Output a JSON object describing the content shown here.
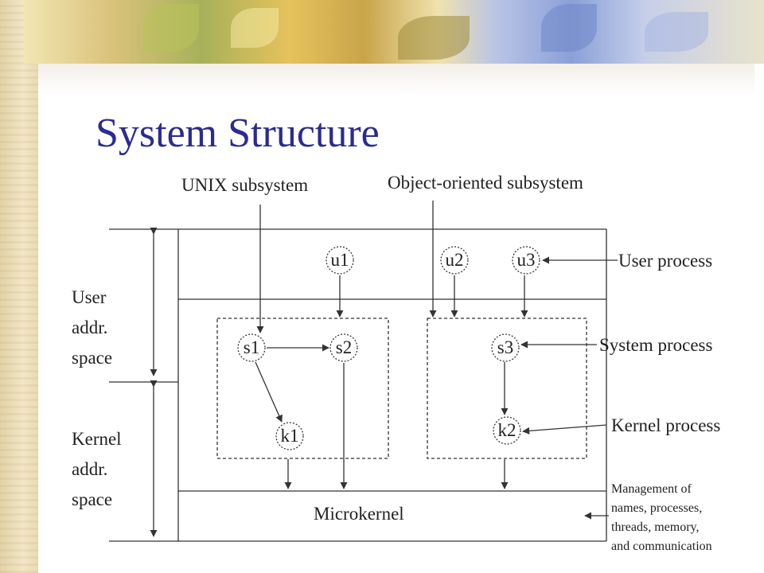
{
  "title": "System Structure",
  "labels": {
    "unix_subsystem": "UNIX subsystem",
    "oo_subsystem": "Object-oriented subsystem",
    "user_process": "User process",
    "system_process": "System process",
    "kernel_process": "Kernel process",
    "management": [
      "Management of",
      "names, processes,",
      "threads, memory,",
      "and communication"
    ],
    "user_addr_space": [
      "User",
      "addr.",
      "space"
    ],
    "kernel_addr_space": [
      "Kernel",
      "addr.",
      "space"
    ],
    "microkernel": "Microkernel"
  },
  "nodes": {
    "u1": "u1",
    "u2": "u2",
    "u3": "u3",
    "s1": "s1",
    "s2": "s2",
    "s3": "s3",
    "k1": "k1",
    "k2": "k2"
  }
}
